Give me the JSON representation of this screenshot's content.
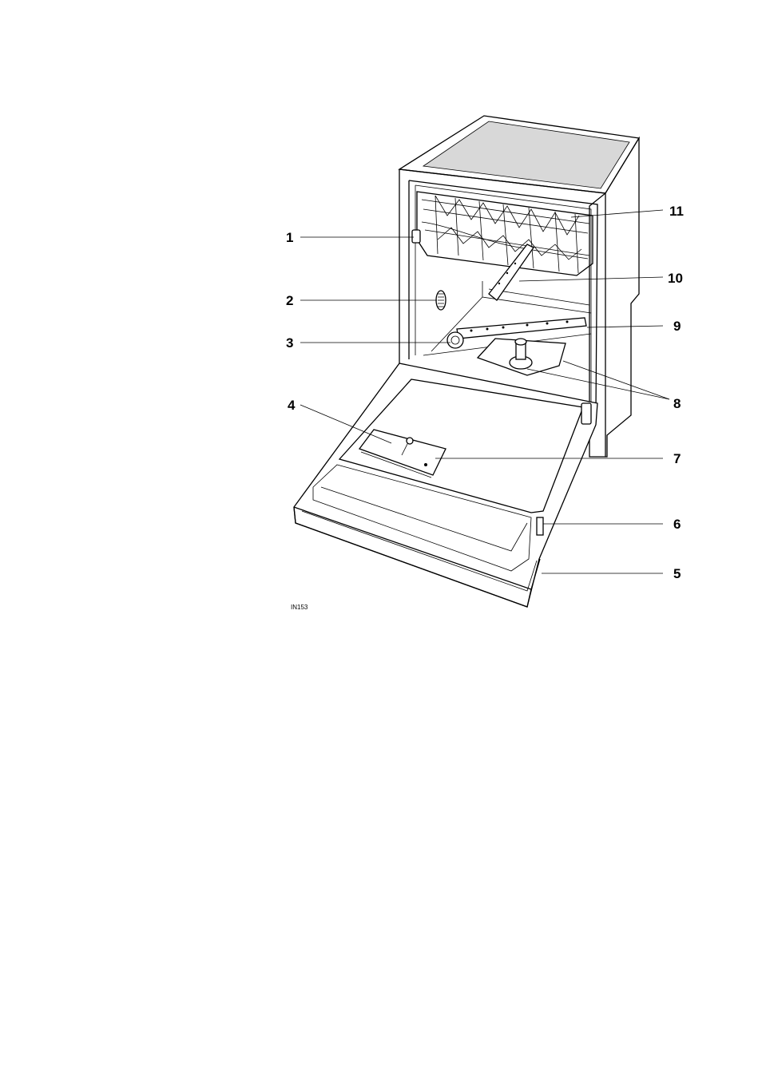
{
  "figure": {
    "code": "IN153",
    "callouts": [
      {
        "id": "1",
        "label": "1"
      },
      {
        "id": "2",
        "label": "2"
      },
      {
        "id": "3",
        "label": "3"
      },
      {
        "id": "4",
        "label": "4"
      },
      {
        "id": "5",
        "label": "5"
      },
      {
        "id": "6",
        "label": "6"
      },
      {
        "id": "7",
        "label": "7"
      },
      {
        "id": "8",
        "label": "8"
      },
      {
        "id": "9",
        "label": "9"
      },
      {
        "id": "10",
        "label": "10"
      },
      {
        "id": "11",
        "label": "11"
      }
    ]
  },
  "colors": {
    "line": "#000000",
    "top_panel": "#d8d8d8",
    "background": "#ffffff"
  }
}
